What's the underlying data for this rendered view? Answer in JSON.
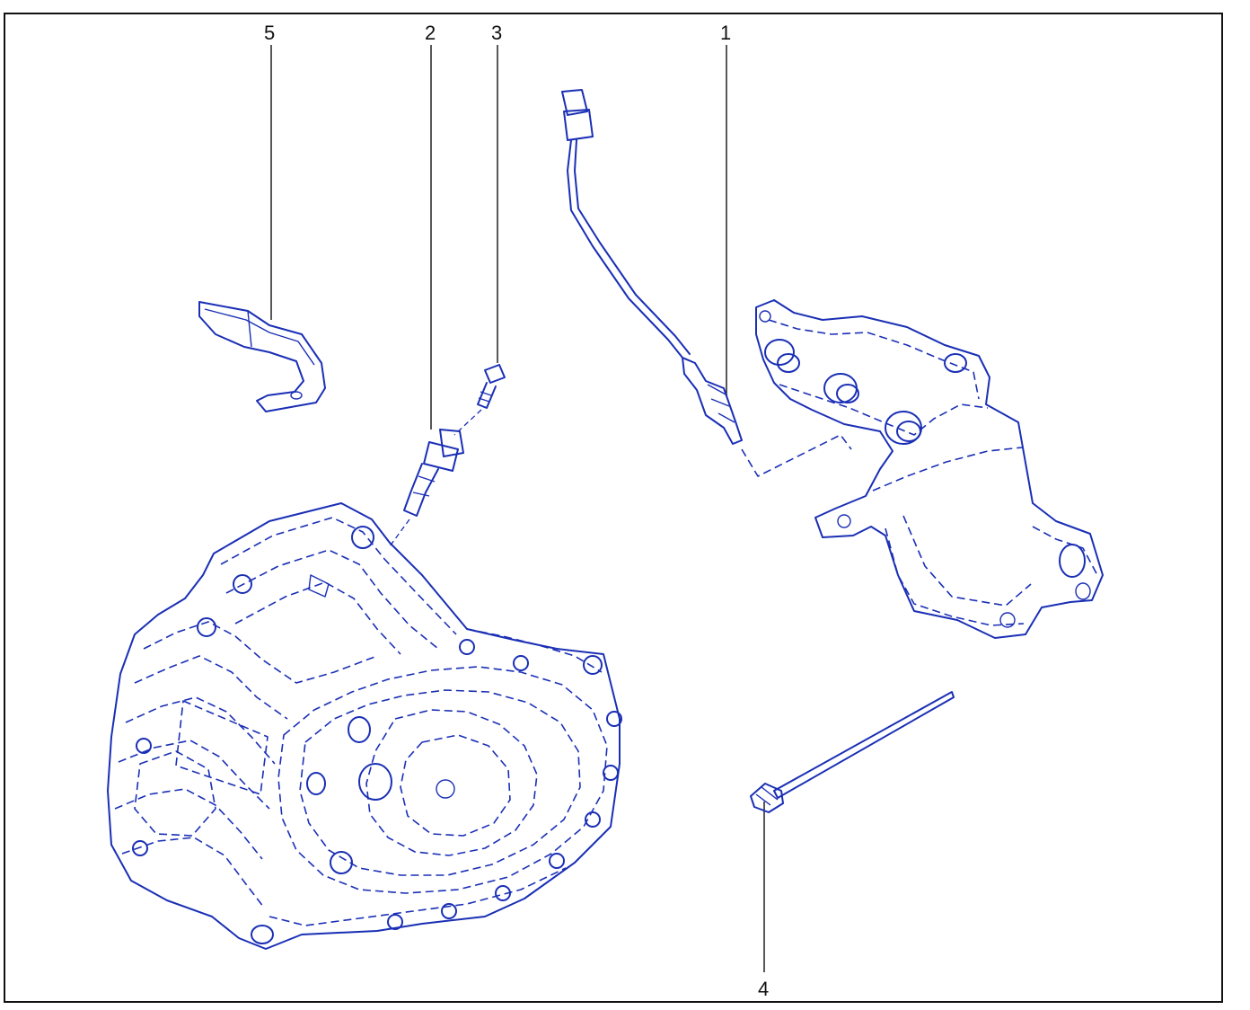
{
  "callouts": [
    {
      "id": "1",
      "label": "1"
    },
    {
      "id": "2",
      "label": "2"
    },
    {
      "id": "3",
      "label": "3"
    },
    {
      "id": "4",
      "label": "4"
    },
    {
      "id": "5",
      "label": "5"
    }
  ],
  "colors": {
    "line_art": "#1a2fb5",
    "callout": "#111111",
    "frame": "#111111",
    "background": "#ffffff"
  }
}
